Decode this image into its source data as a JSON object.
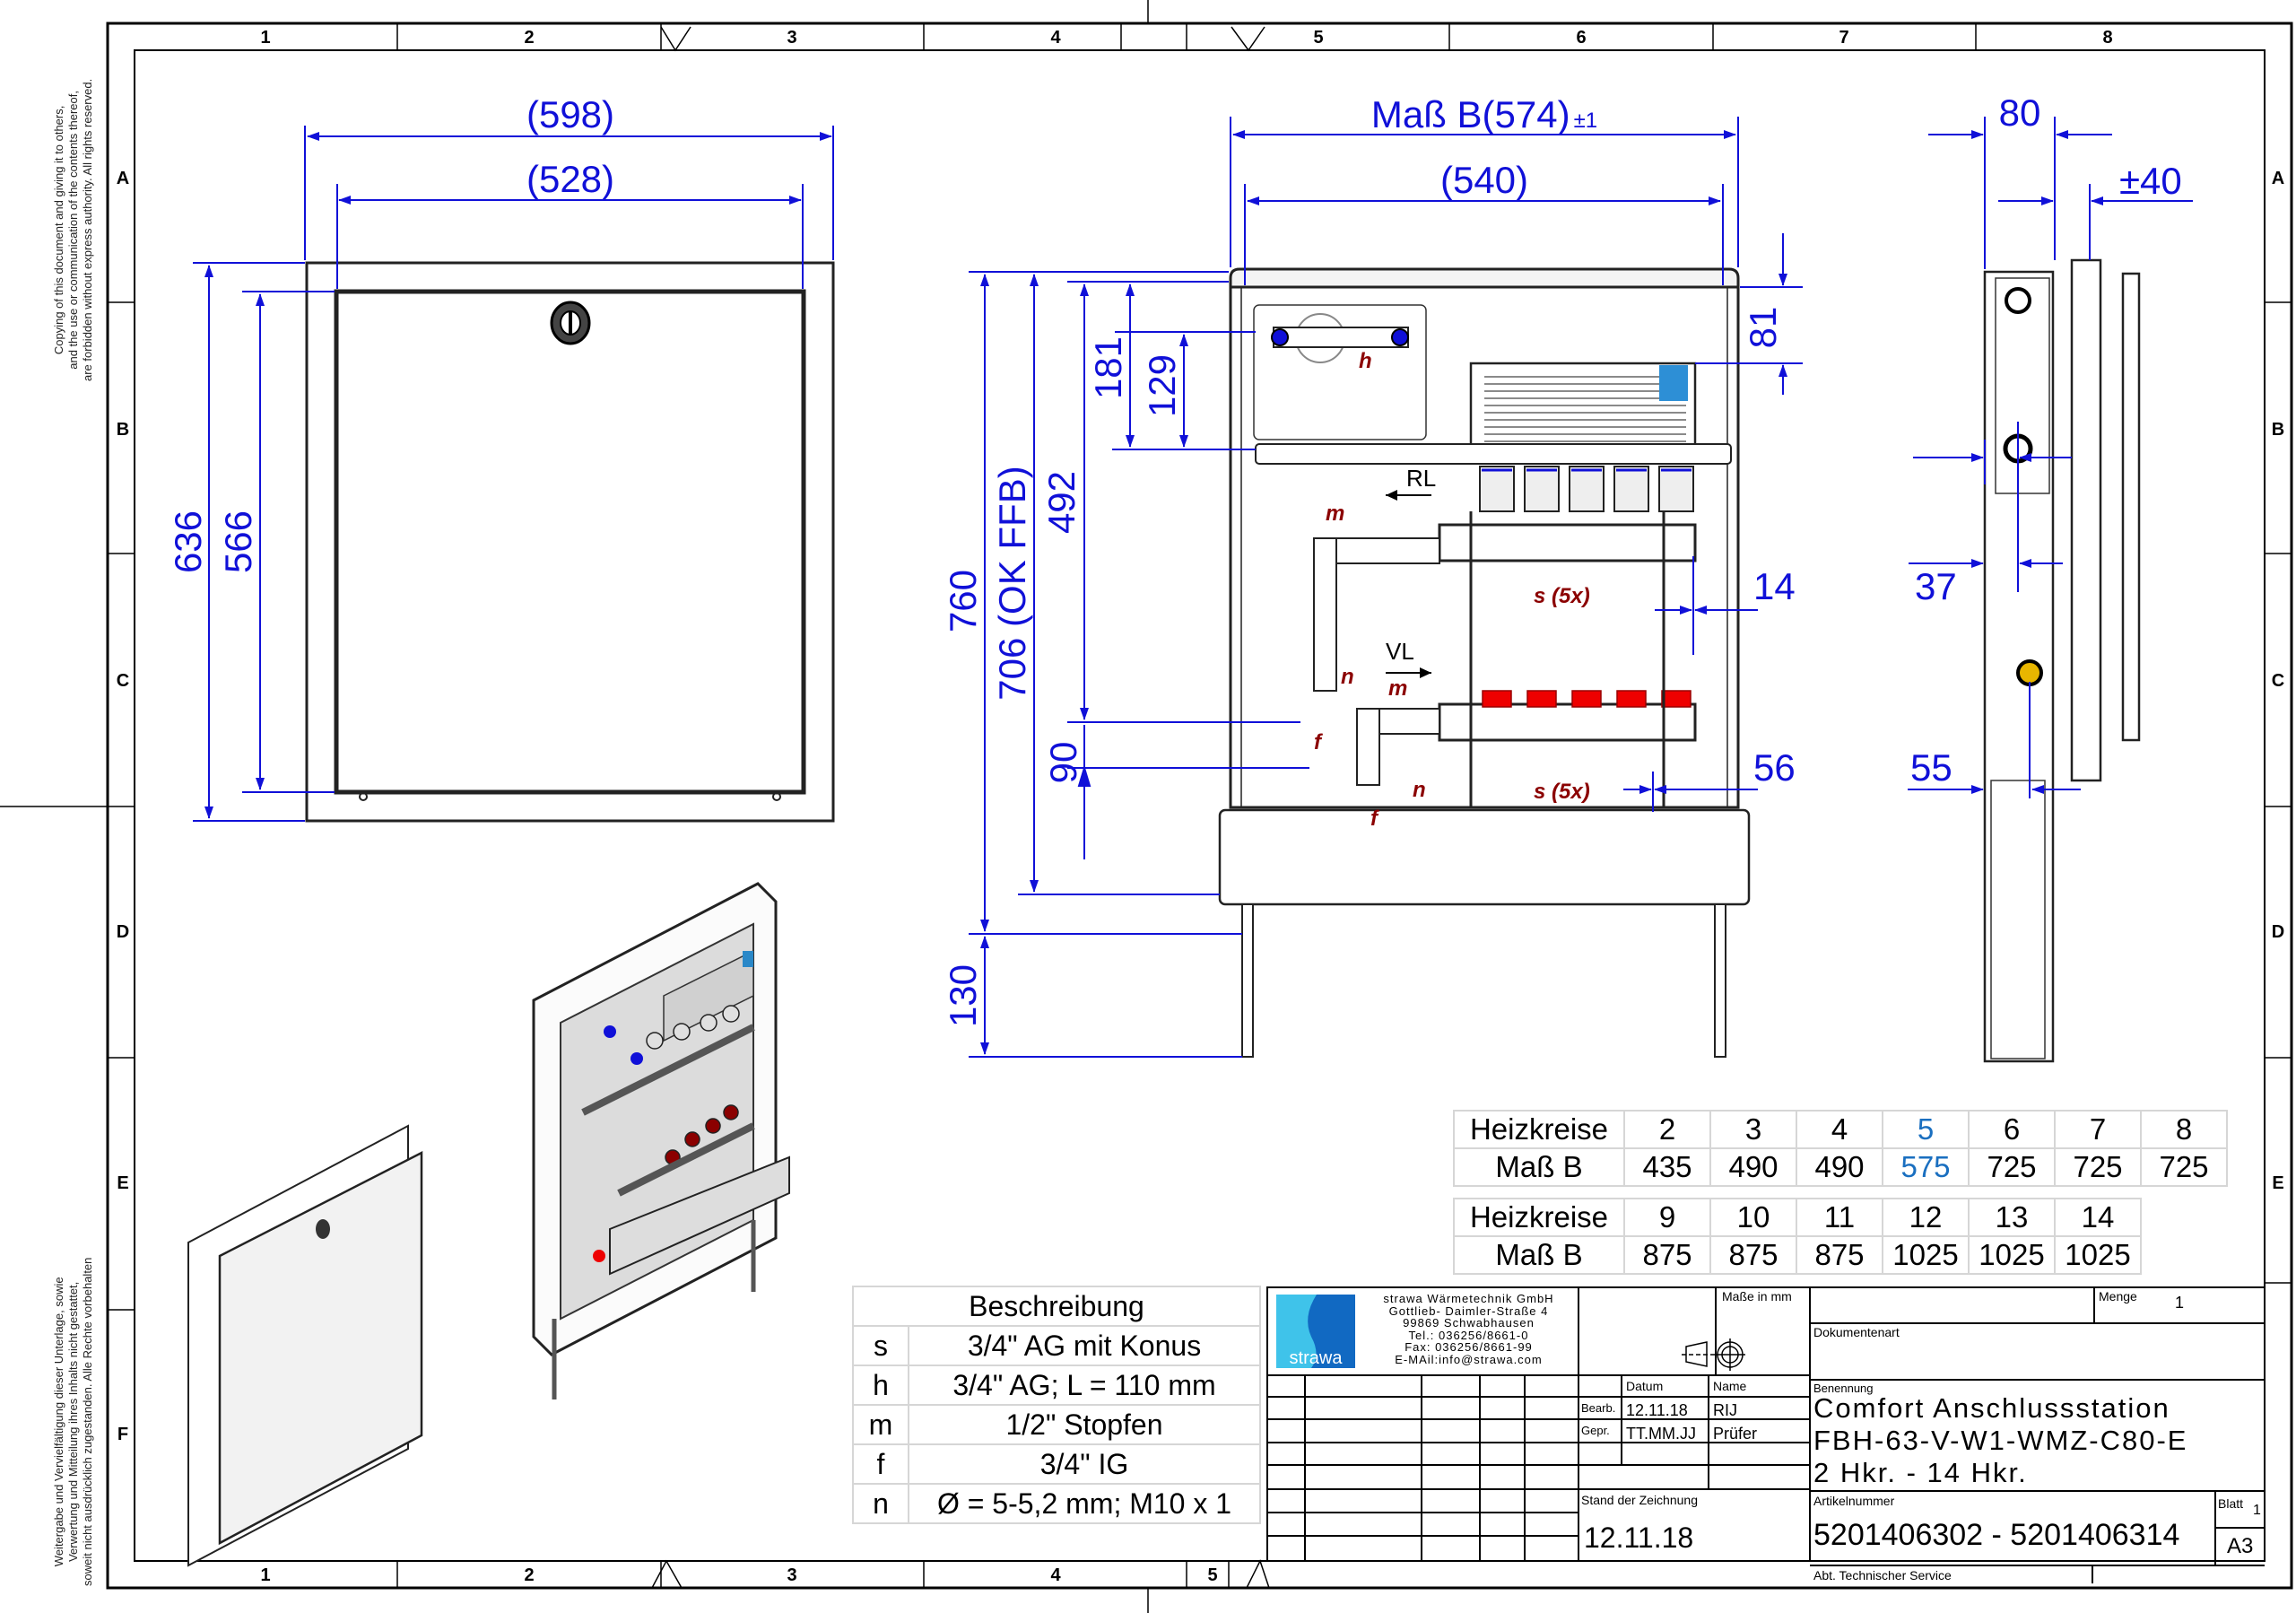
{
  "legal_notice_en": [
    "Copying of this document and giving it to others,",
    "and the use or communication of the contents thereof,",
    "are forbidden without express authority. All rights reserved."
  ],
  "legal_notice_de": [
    "Weitergabe und Vervielfältigung dieser Unterlage, sowie",
    "Verwertung und Mitteilung ihres Inhalts nicht gestattet,",
    "soweit nicht ausdrücklich zugestanden. Alle Rechte vorbehalten"
  ],
  "grid": {
    "columns_top": [
      "1",
      "2",
      "3",
      "4",
      "5",
      "6",
      "7",
      "8"
    ],
    "columns_bottom": [
      "1",
      "2",
      "3",
      "4",
      "5"
    ],
    "rows": [
      "A",
      "B",
      "C",
      "D",
      "E",
      "F"
    ]
  },
  "views": {
    "door_view": {
      "width_outer": "(598)",
      "width_inner": "(528)",
      "height_outer": "636",
      "height_inner": "566"
    },
    "front_view": {
      "width_B": "Maß B(574)",
      "width_B_tol": "±1",
      "width_inner": "(540)",
      "height_760": "760",
      "height_706": "706 (OK FFB)",
      "height_492": "492",
      "height_181": "181",
      "height_129": "129",
      "height_90": "90",
      "height_130": "130",
      "offset_81": "81",
      "offset_14": "14",
      "offset_56": "56",
      "labels": {
        "rl": "RL",
        "vl": "VL",
        "h": "h",
        "m1": "m",
        "m2": "m",
        "n1": "n",
        "n2": "n",
        "f1": "f",
        "f2": "f",
        "s_top": "s (5x)",
        "s_bottom": "s (5x)"
      }
    },
    "side_view": {
      "depth_80": "80",
      "adjust_40": "±40",
      "dim_37": "37",
      "dim_55": "55"
    }
  },
  "heizkreise_table_1": {
    "row_label_1": "Heizkreise",
    "row_label_2": "Maß B",
    "circuits": [
      "2",
      "3",
      "4",
      "5",
      "6",
      "7",
      "8"
    ],
    "mass_b": [
      "435",
      "490",
      "490",
      "575",
      "725",
      "725",
      "725"
    ],
    "highlight_index": 3,
    "highlight_color": "#1a6fc0"
  },
  "heizkreise_table_2": {
    "row_label_1": "Heizkreise",
    "row_label_2": "Maß B",
    "circuits": [
      "9",
      "10",
      "11",
      "12",
      "13",
      "14"
    ],
    "mass_b": [
      "875",
      "875",
      "875",
      "1025",
      "1025",
      "1025"
    ]
  },
  "description_table": {
    "header": "Beschreibung",
    "rows": [
      {
        "key": "s",
        "value": "3/4\" AG mit Konus"
      },
      {
        "key": "h",
        "value": "3/4\" AG; L = 110 mm"
      },
      {
        "key": "m",
        "value": "1/2\" Stopfen"
      },
      {
        "key": "f",
        "value": "3/4\" IG"
      },
      {
        "key": "n",
        "value": "Ø = 5-5,2 mm; M10 x 1"
      }
    ]
  },
  "title_block": {
    "company_lines": [
      "strawa Wärmetechnik GmbH",
      "Gottlieb- Daimler-Straße 4",
      "99869 Schwabhausen",
      "Tel.: 036256/8661-0",
      "Fax: 036256/8661-99",
      "E-MAil:info@strawa.com"
    ],
    "logo_text": "strawa",
    "units_label": "Maße in mm",
    "menge_label": "Menge",
    "menge_value": "1",
    "dokumentenart_label": "Dokumentenart",
    "datum_label": "Datum",
    "name_label": "Name",
    "bearb_label": "Bearb.",
    "bearb_date": "12.11.18",
    "bearb_name": "RIJ",
    "gepr_label": "Gepr.",
    "gepr_date": "TT.MM.JJ",
    "gepr_name": "Prüfer",
    "stand_label": "Stand der Zeichnung",
    "stand_value": "12.11.18",
    "benennung_label": "Benennung",
    "title_lines": [
      "Comfort Anschlussstation",
      "FBH-63-V-W1-WMZ-C80-E",
      "2 Hkr. - 14 Hkr."
    ],
    "artikelnummer_label": "Artikelnummer",
    "artikelnummer": "5201406302 - 5201406314",
    "blatt_label": "Blatt",
    "blatt_value": "1",
    "format": "A3",
    "department": "Abt. Technischer Service"
  },
  "colors": {
    "dimension": "#1010d8",
    "annotation": "#8b0000",
    "logo_light": "#3fc3ea",
    "logo_dark": "#1169c2"
  }
}
